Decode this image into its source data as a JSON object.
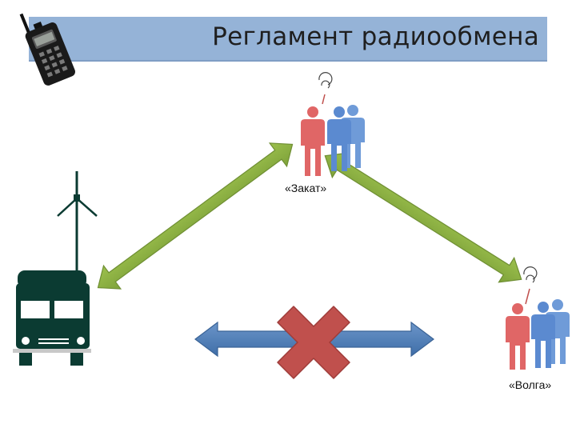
{
  "slide": {
    "title": "Регламент радиообмена"
  },
  "stations": {
    "zakat": {
      "label": "«Закат»"
    },
    "volga": {
      "label": "«Волга»"
    }
  },
  "icons": {
    "radio": "walkie-talkie-icon",
    "vehicle": "bus-icon",
    "antenna": "antenna-mast-icon",
    "people": "people-group-icon",
    "signal": "radio-signal-icon",
    "forbidden": "red-x-icon"
  },
  "colors": {
    "title_bar": "#95b3d7",
    "allowed_link": "#8fb441",
    "forbidden_link": "#4f81bd",
    "cross": "#c0504d",
    "vehicle": "#0b3b32",
    "person_red": "#e06666",
    "person_blue": "#6f9bd8"
  }
}
